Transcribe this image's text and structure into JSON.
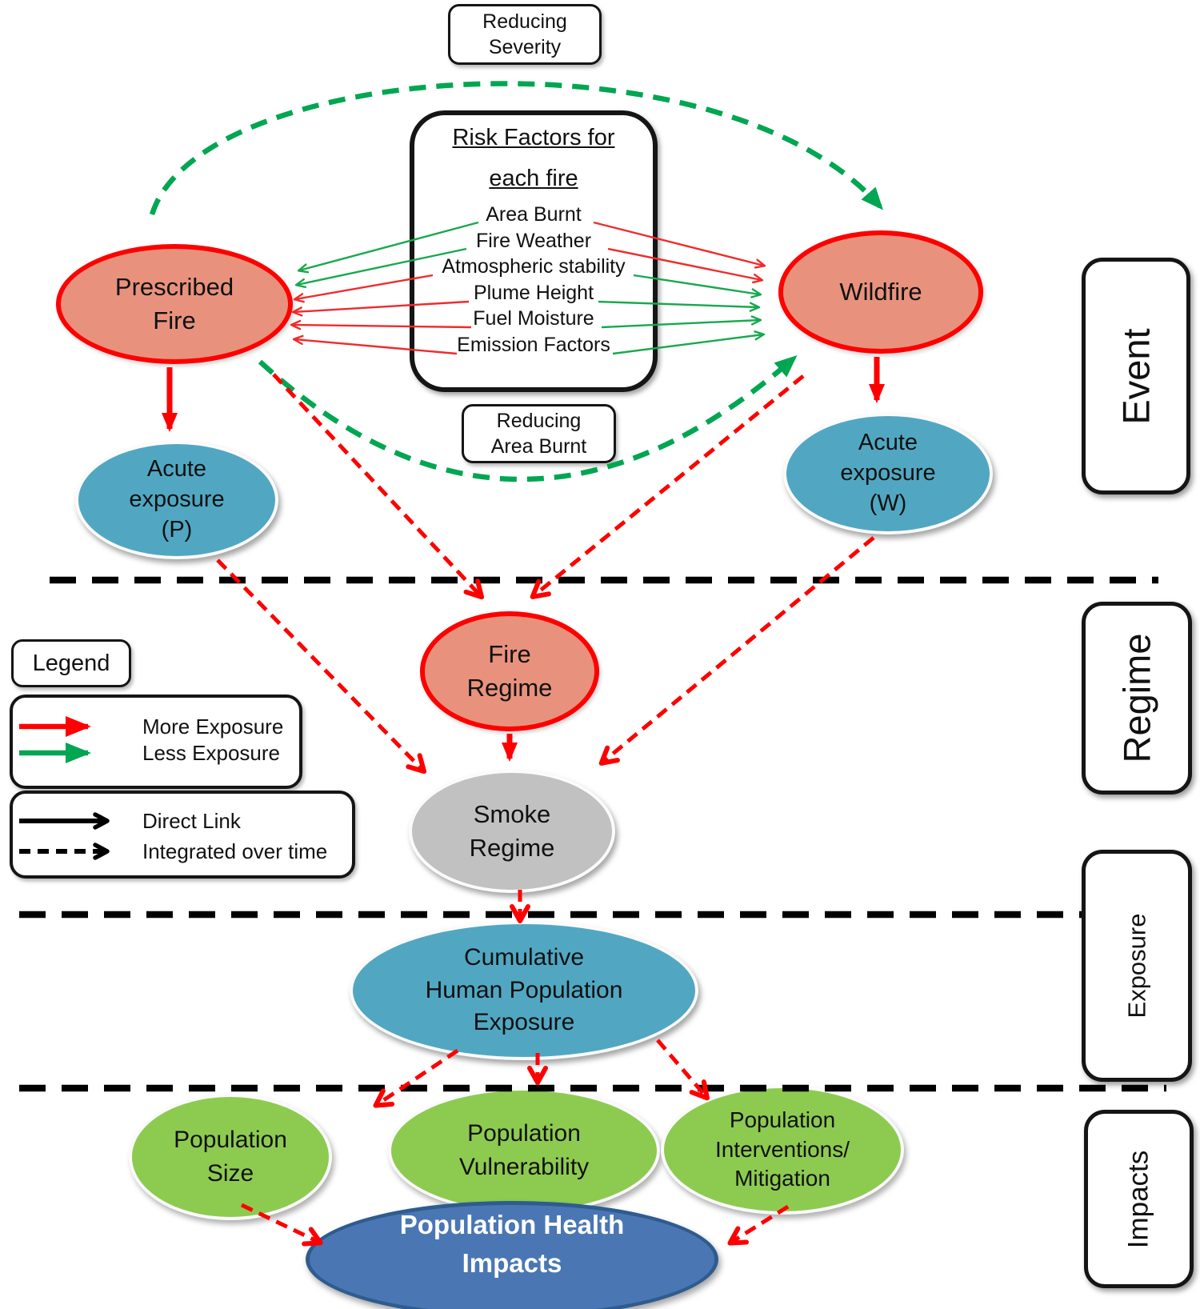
{
  "nodes": {
    "prescribed_fire": "Prescribed\nFire",
    "wildfire": "Wildfire",
    "acute_exposure_p": "Acute\nexposure\n(P)",
    "acute_exposure_w": "Acute\nexposure\n(W)",
    "fire_regime": "Fire\nRegime",
    "smoke_regime": "Smoke\nRegime",
    "cumulative_exposure": "Cumulative\nHuman Population\nExposure",
    "population_size": "Population\nSize",
    "population_vulnerability": "Population\nVulnerability",
    "population_interventions": "Population\nInterventions/\nMitigation",
    "population_health_impacts": "Population Health\nImpacts"
  },
  "annotations": {
    "reducing_severity": "Reducing\nSeverity",
    "reducing_area_burnt": "Reducing\nArea Burnt"
  },
  "risk_factors": {
    "title_line1": "Risk Factors for",
    "title_line2": "each fire",
    "items": [
      "Area Burnt",
      "Fire Weather",
      "Atmospheric stability",
      "Plume Height",
      "Fuel Moisture",
      "Emission Factors"
    ]
  },
  "stages": {
    "event": "Event",
    "regime": "Regime",
    "exposure": "Exposure",
    "impacts": "Impacts"
  },
  "legend": {
    "title": "Legend",
    "more_exposure": "More Exposure",
    "less_exposure": "Less Exposure",
    "direct_link": "Direct Link",
    "integrated_over_time": "Integrated over time"
  },
  "colors": {
    "fire_node_fill": "#E8927D",
    "fire_node_border": "#FE0000",
    "exposure_node_fill": "#51A7C2",
    "smoke_node_fill": "#C1C1C1",
    "impact_factor_fill": "#8DCB50",
    "health_impact_fill": "#4A77B4",
    "health_impact_border": "#2E5C8F",
    "more_exposure_arrow": "#FF0000",
    "less_exposure_arrow": "#00A651"
  }
}
